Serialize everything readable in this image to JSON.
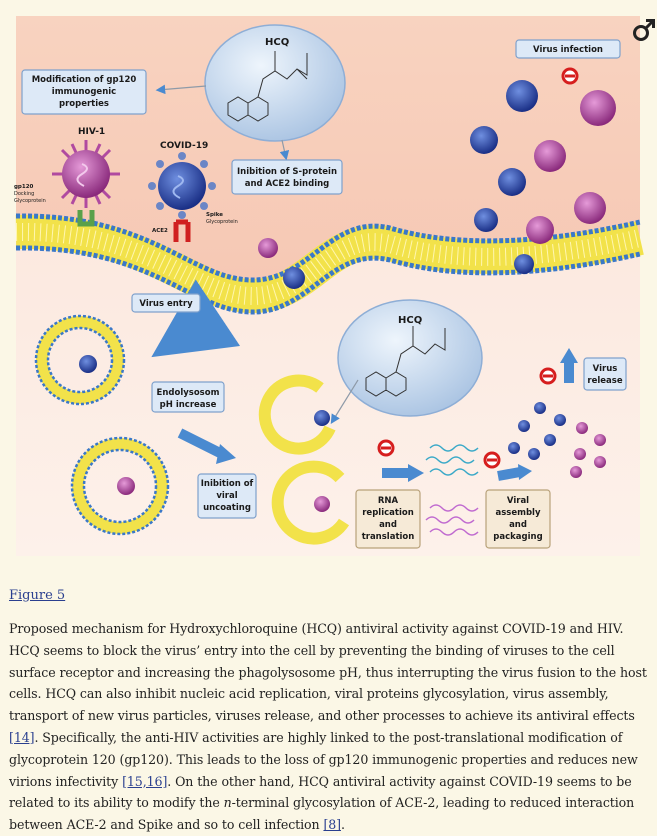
{
  "figure": {
    "labels": {
      "hcq_top": "HCQ",
      "hcq_mid": "HCQ",
      "mod_gp120": [
        "Modification of gp120",
        "immunogenic",
        "properties"
      ],
      "hiv": "HIV-1",
      "covid": "COVID-19",
      "gp120": [
        "gp120",
        "Docking",
        "Glycoprotein"
      ],
      "spike": [
        "Spike",
        "Glycoprotein"
      ],
      "ace2": "ACE2",
      "inhibition_s": [
        "Inibition of S-protein",
        "and ACE2 binding"
      ],
      "virus_infection": "Virus infection",
      "virus_entry": "Virus entry",
      "endolysosom": [
        "Endolysosom",
        "pH increase"
      ],
      "uncoating": [
        "Inibition of",
        "viral",
        "uncoating"
      ],
      "rna": [
        "RNA",
        "replication",
        "and",
        "translation"
      ],
      "assembly": [
        "Viral",
        "assembly",
        "and",
        "packaging"
      ],
      "release": [
        "Virus",
        "release"
      ]
    },
    "icons": {
      "corner": "male-symbol-icon",
      "no_sign": "prohibition-icon"
    }
  },
  "figure_link": "Figure 5",
  "caption": {
    "p1": "Proposed mechanism for Hydroxychloroquine (HCQ) antiviral activity against COVID-19 and HIV. HCQ seems to block the virus’ entry into the cell by preventing the binding of viruses to the cell surface receptor and increasing the phagolysosome pH, thus interrupting the virus fusion to the host cells. HCQ can also inhibit nucleic acid replication, viral proteins glycosylation, virus assembly, transport of new virus particles, viruses release, and other processes to achieve its antiviral effects ",
    "ref14": "[14]",
    "p2": ". Specifically, the anti-HIV activities are highly linked to the post-translational modification of glycoprotein 120 (gp120). This leads to the loss of gp120 immunogenic properties and reduces new virions infectivity ",
    "ref1516": "[15,16]",
    "p3": ". On the other hand, HCQ antiviral activity against COVID-19 seems to be related to its ability to modify the ",
    "n_italic": "n",
    "p4": "-terminal glycosylation of ACE-2, leading to reduced interaction between ACE-2 and Spike and so to cell infection ",
    "ref8": "[8]",
    "p5": "."
  }
}
